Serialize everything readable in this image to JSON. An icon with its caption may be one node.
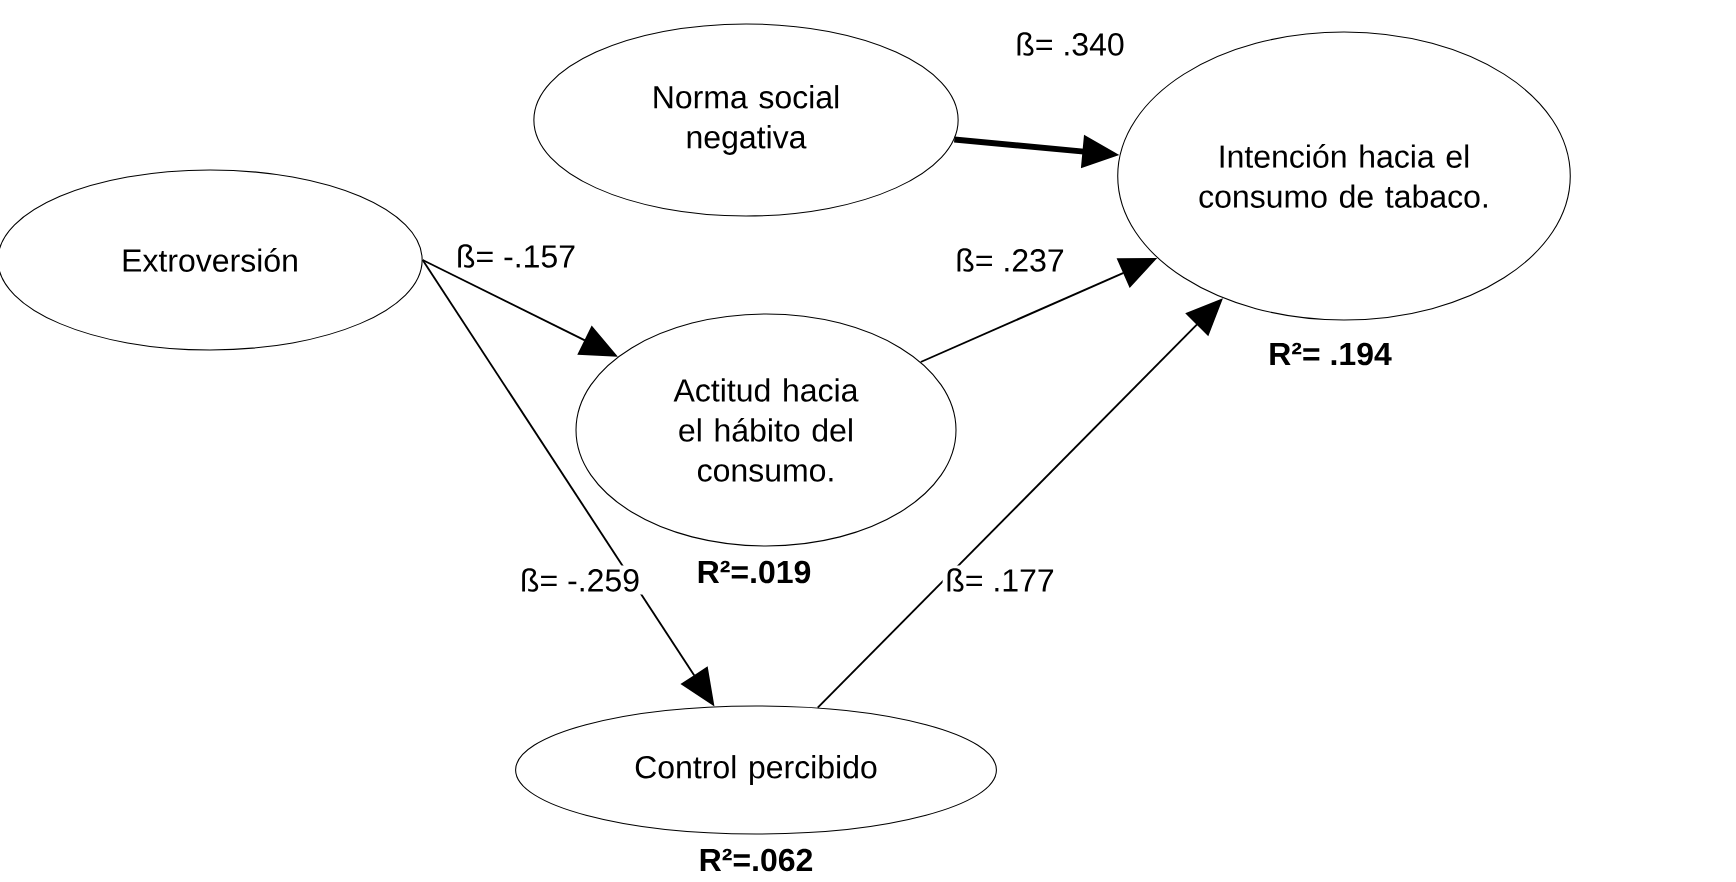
{
  "diagram": {
    "nodes": [
      {
        "text": [
          "Norma  social negativa"
        ]
      },
      {
        "text": [
          "Intención hacia el consumo de tabaco."
        ],
        "beside": [
          "**R²= .194**"
        ]
      },
      {
        "text": [
          "Extroversión"
        ]
      },
      {
        "text": [
          "Actitud hacia el hábito del consumo."
        ],
        "beside": [
          "**R²=.019**"
        ]
      },
      {
        "text": [
          "Control percibido"
        ],
        "beside": [
          "**R²=.062**"
        ]
      }
    ],
    "edges": [
      {
        "from": 0,
        "to": 1,
        "arrow": "to",
        "label": "ß= .340",
        "style": "thick"
      },
      {
        "from": 2,
        "to": 3,
        "arrow": "to",
        "label": "ß= -.157"
      },
      {
        "from": 3,
        "to": 1,
        "arrow": "to",
        "label": "ß= .237"
      },
      {
        "from": 2,
        "to": 4,
        "arrow": "to",
        "label": "ß= -.259"
      },
      {
        "from": 4,
        "to": 1,
        "arrow": "to",
        "label": "ß= .177"
      }
    ]
  }
}
